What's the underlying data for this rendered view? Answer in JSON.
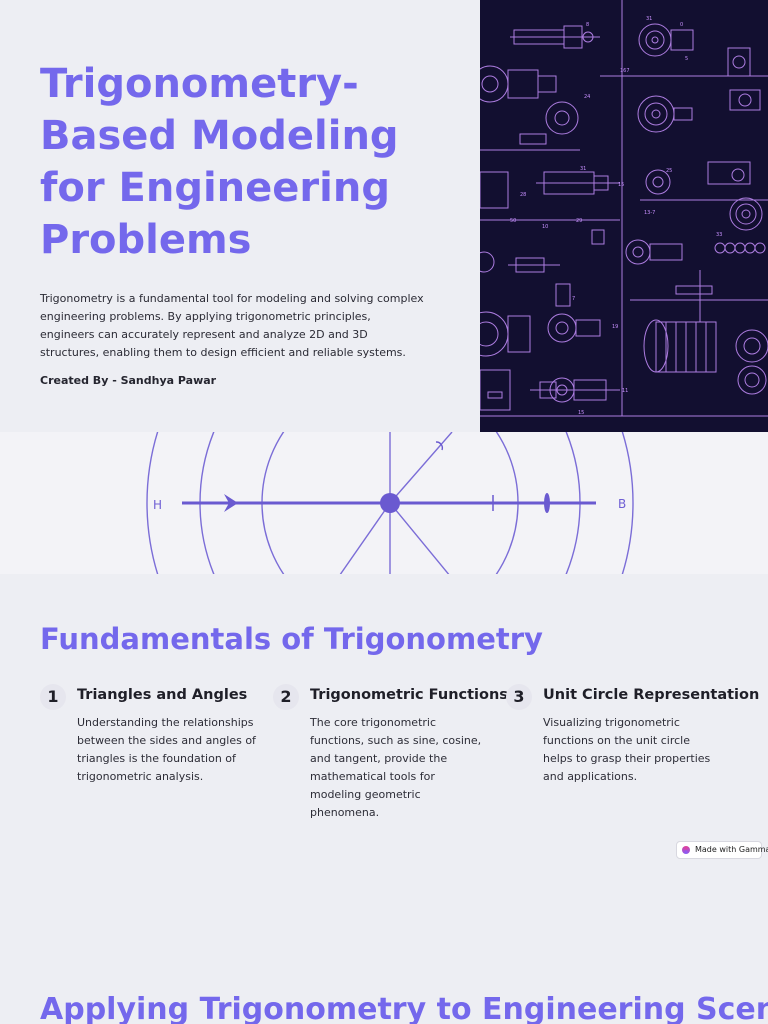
{
  "hero": {
    "title_lines": [
      "Trigonometry-",
      "Based Modeling",
      "for Engineering",
      "Problems"
    ],
    "description_lines": [
      "Trigonometry is a fundamental tool for modeling and solving complex",
      "engineering problems. By applying trigonometric principles,",
      "engineers can accurately represent and analyze 2D and 3D",
      "structures, enabling them to design efficient and reliable systems."
    ],
    "credit": "Created By - Sandhya Pawar"
  },
  "diagram": {
    "left_label": "H",
    "right_label": "B",
    "mark_label": "1"
  },
  "fundamentals": {
    "title": "Fundamentals of Trigonometry",
    "steps": [
      {
        "number": "1",
        "title": "Triangles and Angles",
        "lines": [
          "Understanding the relationships",
          "between the sides and angles of",
          "triangles is the foundation of",
          "trigonometric analysis."
        ]
      },
      {
        "number": "2",
        "title": "Trigonometric Functions",
        "lines": [
          "The core trigonometric",
          "functions, such as sine, cosine,",
          "and tangent, provide the",
          "mathematical tools for",
          "modeling geometric",
          "phenomena."
        ]
      },
      {
        "number": "3",
        "title": "Unit Circle Representation",
        "lines": [
          "Visualizing trigonometric",
          "functions on the unit circle",
          "helps to grasp their properties",
          "and applications."
        ]
      }
    ]
  },
  "badge": {
    "label": "Made with Gamma"
  },
  "next_section": {
    "title": "Applying Trigonometry to Engineering Scen"
  },
  "colors": {
    "accent": "#7468ec",
    "blueprint_bg": "#120f30",
    "blueprint_line": "#c890ff",
    "page_bg": "#edeef3"
  }
}
